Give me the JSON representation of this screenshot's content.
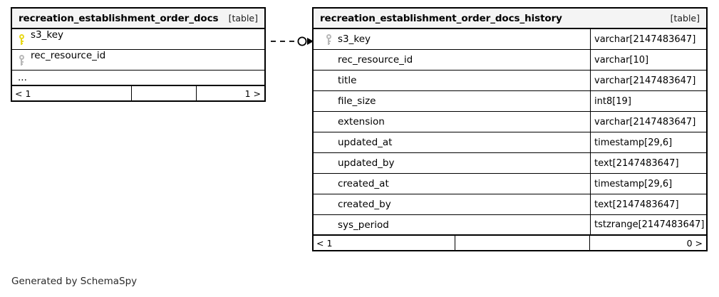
{
  "diagram": {
    "caption": "Generated by SchemaSpy",
    "connector": {
      "icon_left": "dashed-line",
      "icon_circle": "zero-or-one-circle",
      "icon_arrow": "arrowhead"
    }
  },
  "tables": [
    {
      "id": "left",
      "name": "recreation_establishment_order_docs",
      "tag": "[table]",
      "columns": [
        {
          "name": "s3_key",
          "key": "primary",
          "type": ""
        },
        {
          "name": "rec_resource_id",
          "key": "index",
          "type": ""
        }
      ],
      "truncation_marker": "...",
      "footer": {
        "left": "< 1",
        "middle": "",
        "right": "1 >"
      }
    },
    {
      "id": "right",
      "name": "recreation_establishment_order_docs_history",
      "tag": "[table]",
      "columns": [
        {
          "name": "s3_key",
          "key": "index",
          "type": "varchar[2147483647]"
        },
        {
          "name": "rec_resource_id",
          "key": "none",
          "type": "varchar[10]"
        },
        {
          "name": "title",
          "key": "none",
          "type": "varchar[2147483647]"
        },
        {
          "name": "file_size",
          "key": "none",
          "type": "int8[19]"
        },
        {
          "name": "extension",
          "key": "none",
          "type": "varchar[2147483647]"
        },
        {
          "name": "updated_at",
          "key": "none",
          "type": "timestamp[29,6]"
        },
        {
          "name": "updated_by",
          "key": "none",
          "type": "text[2147483647]"
        },
        {
          "name": "created_at",
          "key": "none",
          "type": "timestamp[29,6]"
        },
        {
          "name": "created_by",
          "key": "none",
          "type": "text[2147483647]"
        },
        {
          "name": "sys_period",
          "key": "none",
          "type": "tstzrange[2147483647]"
        }
      ],
      "footer": {
        "left": "< 1",
        "middle": "",
        "right": "0 >"
      }
    }
  ],
  "colors": {
    "border": "#000000",
    "header_bg": "#f4f4f4",
    "primary_key": "#e8d91a",
    "index_key": "#b8b8b8",
    "background": "#ffffff"
  }
}
